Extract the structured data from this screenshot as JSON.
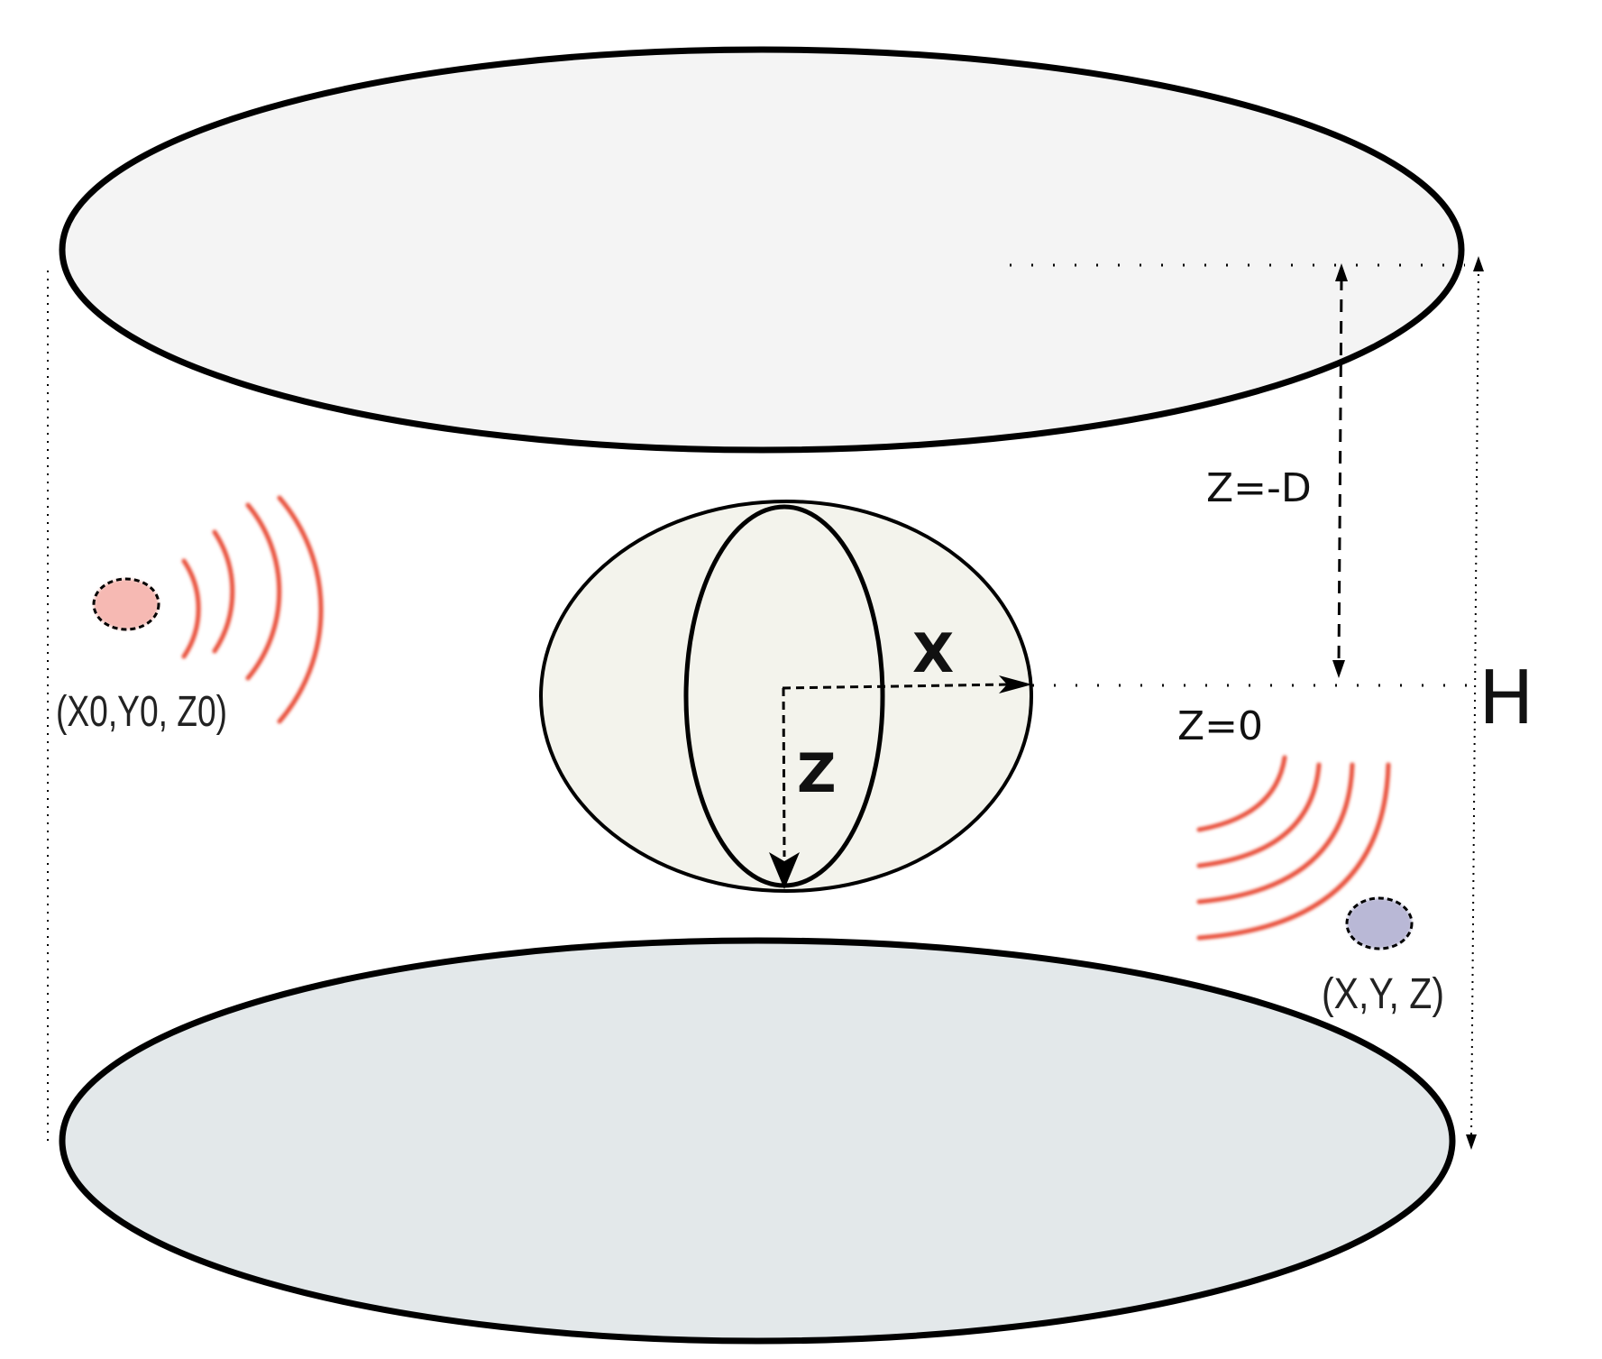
{
  "labels": {
    "axis_x": "X",
    "axis_z": "Z",
    "z_minus_d": "Z=-D",
    "z_zero": "Z=0",
    "height": "H",
    "source_point": "(X0,Y0, Z0)",
    "receiver_point": "(X,Y, Z)"
  },
  "colors": {
    "top_plate": "#f4f4f4",
    "bottom_plate": "#e3e8ea",
    "sphere": "#f3f3ec",
    "source": "#f6b9b3",
    "receiver": "#b9b8d6",
    "wave": "#e8503a",
    "stroke": "#000000"
  }
}
